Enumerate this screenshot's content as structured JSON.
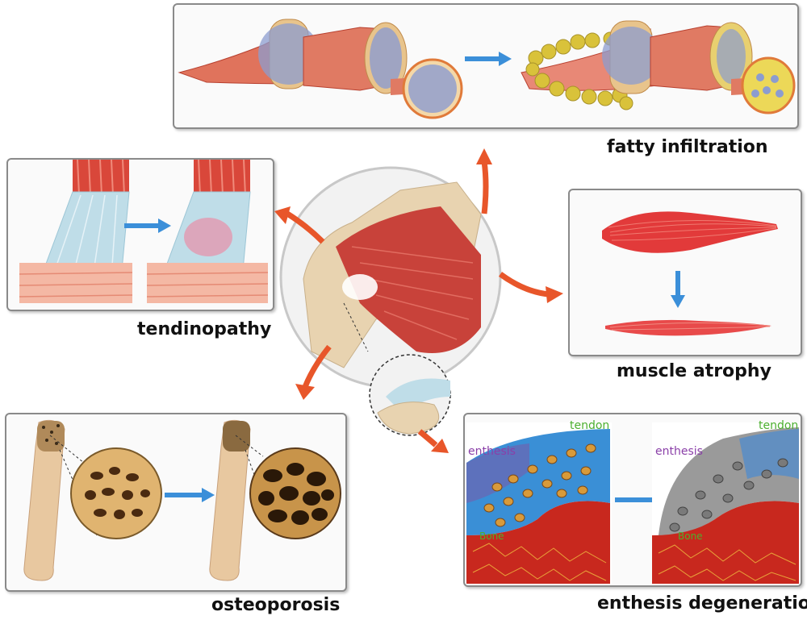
{
  "captions": {
    "fatty_infiltration": "fatty infiltration",
    "tendinopathy": "tendinopathy",
    "muscle_atrophy": "muscle atrophy",
    "osteoporosis": "osteoporosis",
    "enthesis_degeneration": "enthesis degeneration"
  },
  "enthesis_labels": {
    "tendon_left": "tendon",
    "enthesis_left": "enthesis",
    "tendon_right": "tendon",
    "enthesis_right": "enthesis",
    "bone_left": "Bone",
    "bone_right": "Bone"
  },
  "colors": {
    "muscle": "#e0735c",
    "muscle_dark": "#b8402f",
    "fat": "#d9c23a",
    "fiber": "#8c9ccf",
    "tendon": "#bfdde8",
    "bone": "#e8d3b0",
    "arrow_blue": "#3b8fd9",
    "arrow_orange": "#e8562a",
    "label_green": "#4caf2f",
    "label_purple": "#8a3fa8"
  }
}
